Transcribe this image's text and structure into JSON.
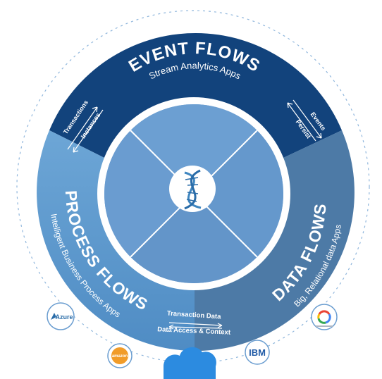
{
  "segments": {
    "event": {
      "title": "EVENT FLOWS",
      "subtitle": "Stream Analytics Apps",
      "color": "#12437c"
    },
    "process": {
      "title": "PROCESS FLOWS",
      "subtitle": "Intelligent Business Process Apps",
      "color": "#5f96c8"
    },
    "data": {
      "title": "DATA FLOWS",
      "subtitle": "Big, Relational data Apps",
      "color": "#4d7aa6"
    }
  },
  "connectors": {
    "left": {
      "top_label": "Transactions",
      "bottom_label": "Instances"
    },
    "right": {
      "top_label": "Events",
      "bottom_label": "Persist"
    },
    "bottom": {
      "top_label": "Transaction Data",
      "bottom_label": "Data Access & Context"
    }
  },
  "logos": {
    "azure": "Azure",
    "aws": "amazon",
    "ibm": "IBM"
  },
  "icons": {
    "center": "dna-helix-icon",
    "cloud": "cloud-icon",
    "gcp": "google-cloud-icon"
  }
}
